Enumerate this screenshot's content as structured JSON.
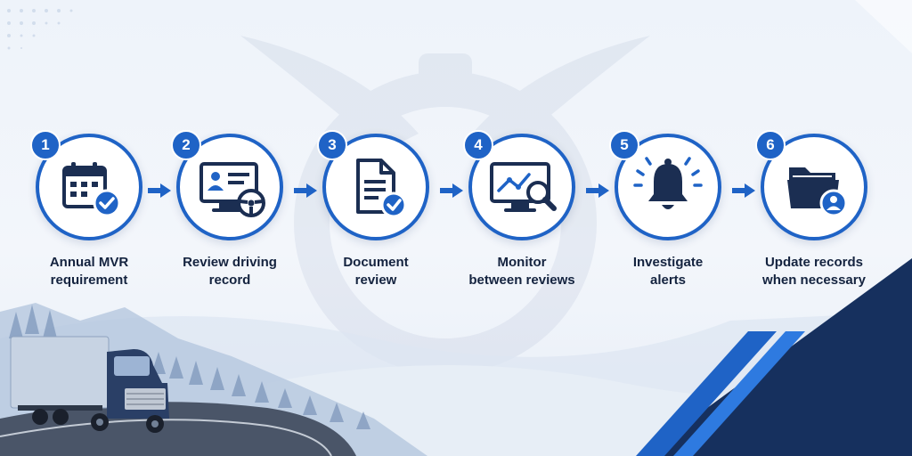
{
  "steps": [
    {
      "number": "1",
      "line1": "Annual MVR",
      "line2": "requirement",
      "icon": "calendar-check-icon"
    },
    {
      "number": "2",
      "line1": "Review driving",
      "line2": "record",
      "icon": "monitor-steering-wheel-icon"
    },
    {
      "number": "3",
      "line1": "Document",
      "line2": "review",
      "icon": "document-check-icon"
    },
    {
      "number": "4",
      "line1": "Monitor",
      "line2": "between reviews",
      "icon": "monitor-magnifier-icon"
    },
    {
      "number": "5",
      "line1": "Investigate",
      "line2": "alerts",
      "icon": "bell-alert-icon"
    },
    {
      "number": "6",
      "line1": "Update records",
      "line2": "when necessary",
      "icon": "folder-user-icon"
    }
  ],
  "colors": {
    "accent": "#1f63c6",
    "icon_dark": "#1b2e52",
    "text": "#14233f",
    "navy_corner": "#16305e",
    "background": "#eef3fa"
  }
}
